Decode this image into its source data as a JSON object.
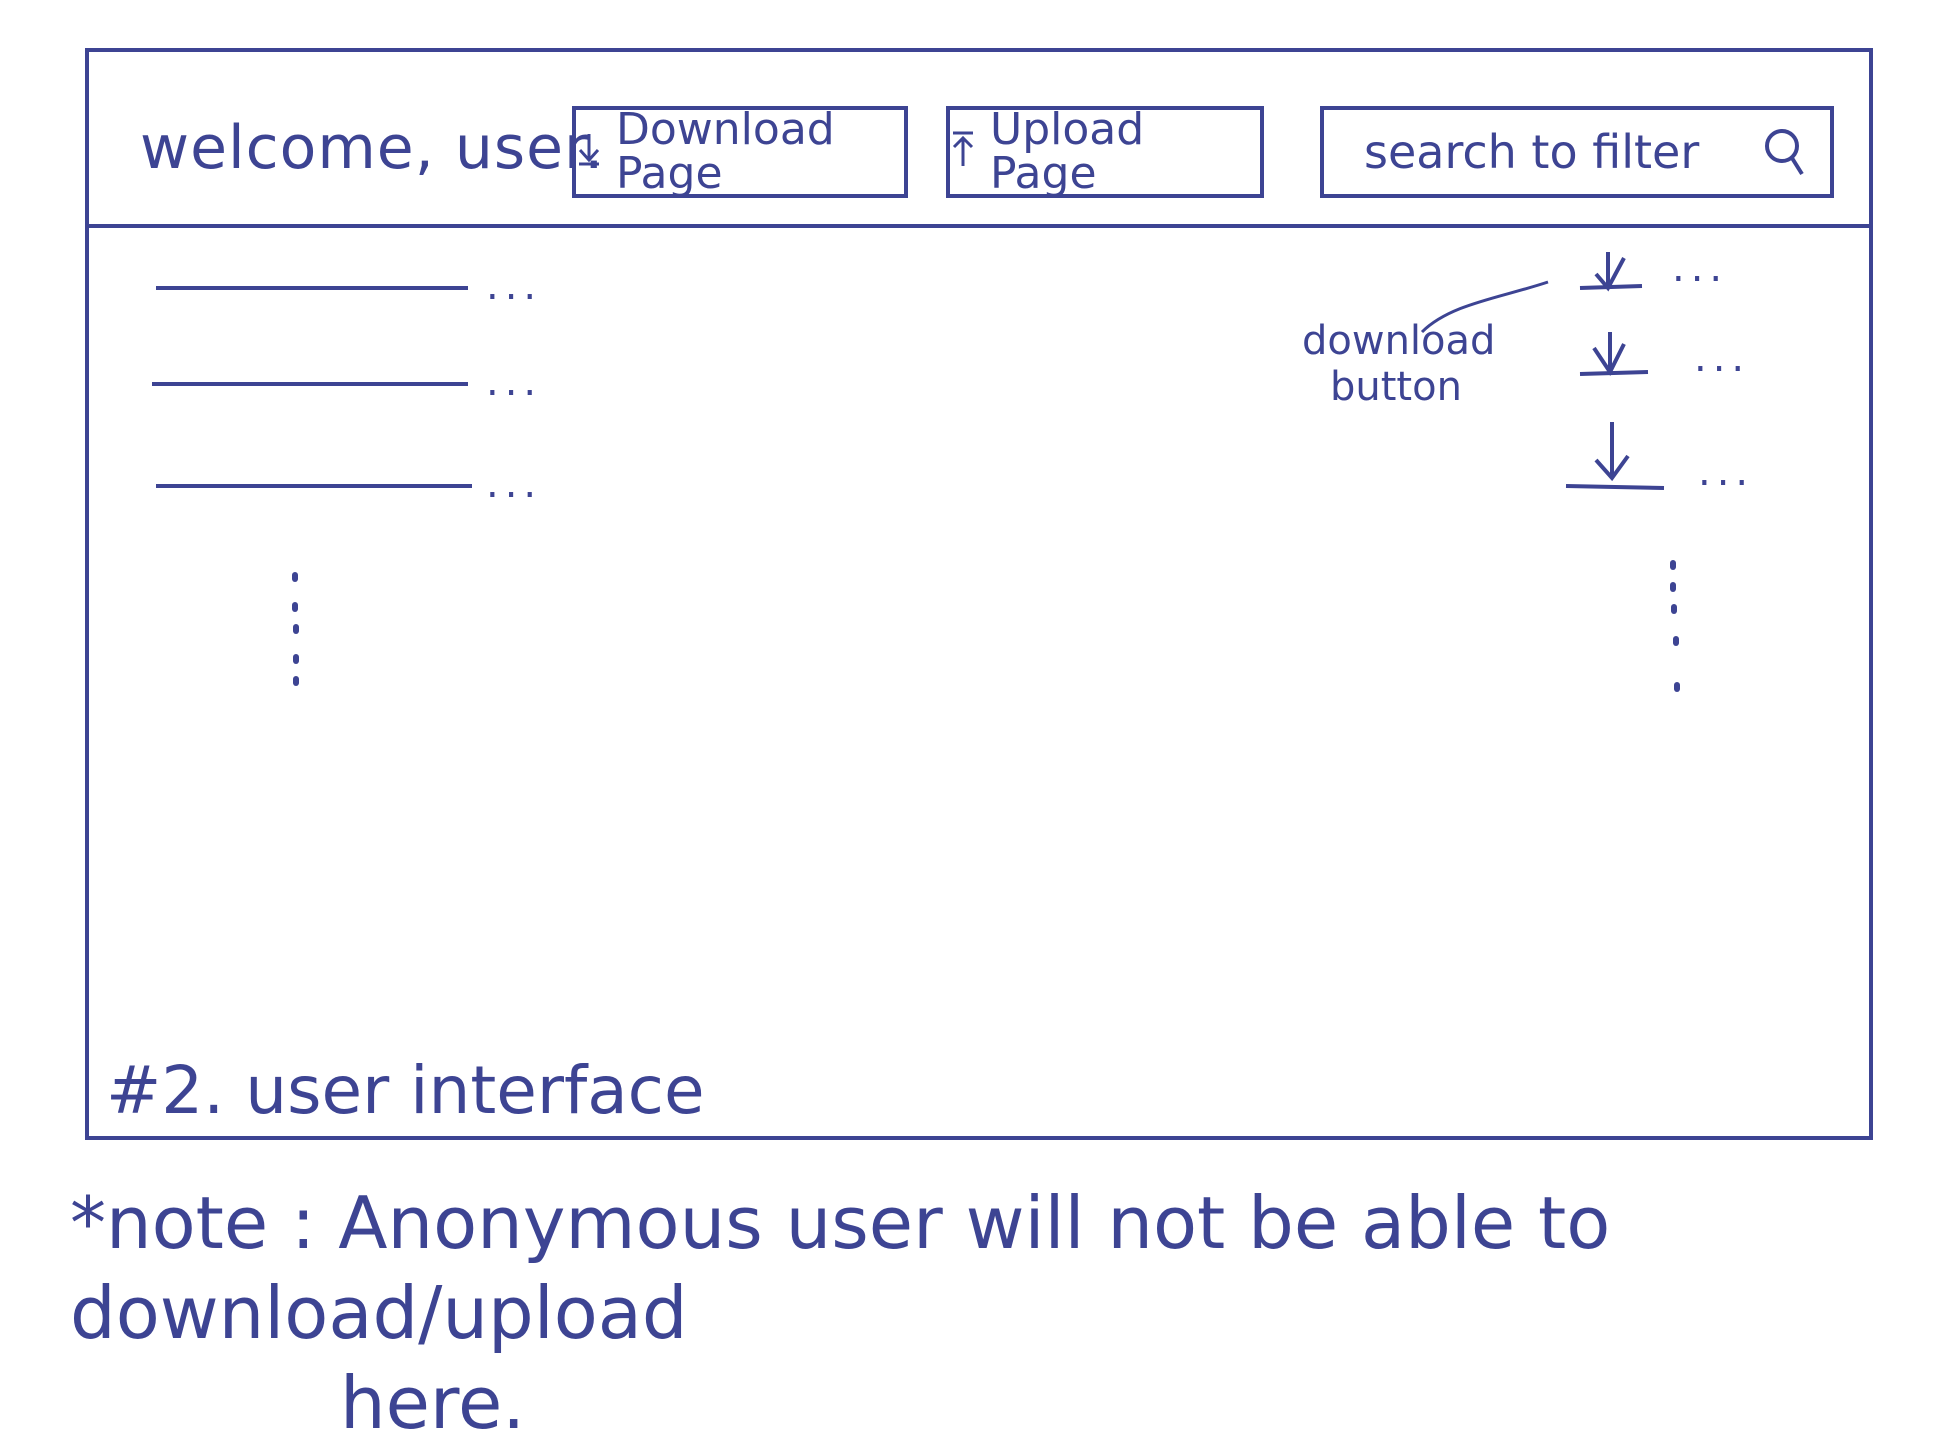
{
  "header": {
    "welcome_text": "welcome, user.",
    "download_button": {
      "label": "Download Page",
      "icon": "download-arrow-icon"
    },
    "upload_button": {
      "label": "Upload Page",
      "icon": "upload-arrow-icon"
    },
    "search": {
      "placeholder": "search to filter",
      "icon": "search-icon"
    }
  },
  "list": {
    "row_ellipsis": "...",
    "rows": 3,
    "row_action_icon": "download-arrow-icon"
  },
  "annotation": {
    "line1": "download",
    "line2": "button"
  },
  "screen_label": "#2. user interface",
  "note": {
    "line1": "*note : Anonymous user will not be able to download/upload",
    "line2": "here."
  },
  "colors": {
    "ink": "#3d4493",
    "background": "#ffffff"
  }
}
